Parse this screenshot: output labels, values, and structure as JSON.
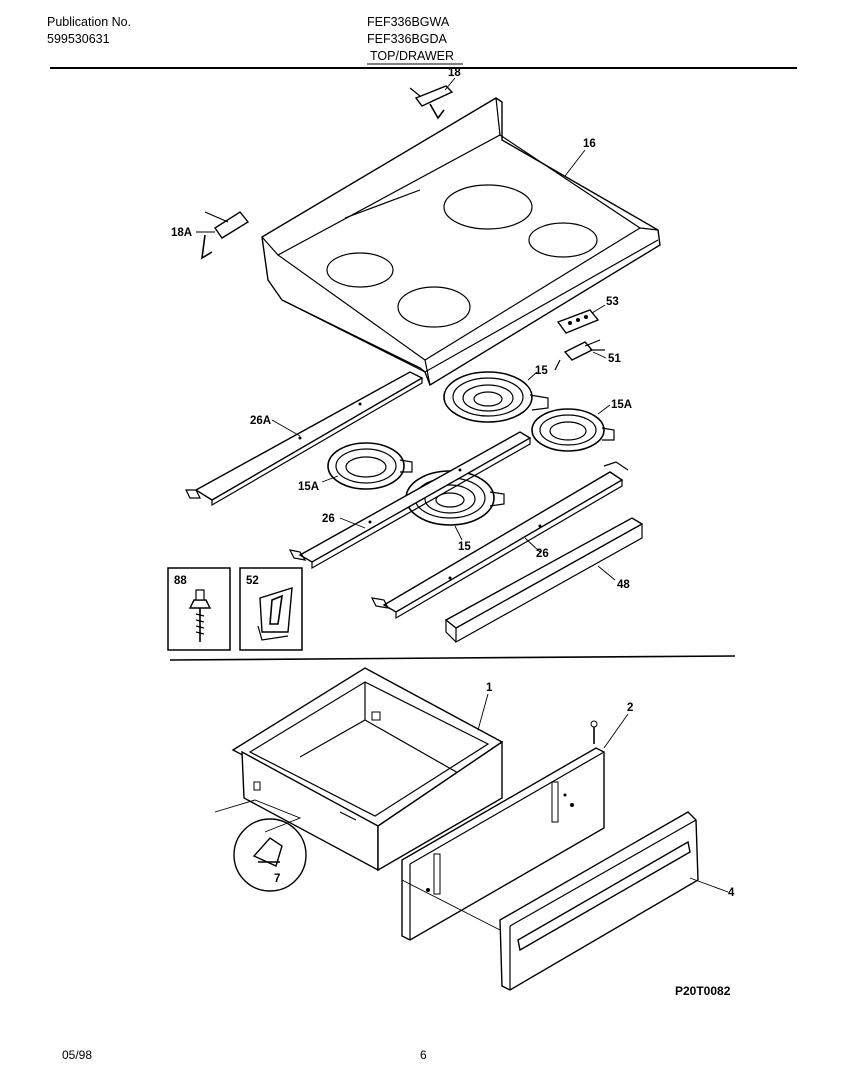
{
  "header": {
    "publication_label": "Publication No.",
    "publication_number": "599530631",
    "model_1": "FEF336BGWA",
    "model_2": "FEF336BGDA",
    "section_title": "TOP/DRAWER"
  },
  "callouts": {
    "c18": "18",
    "c16": "16",
    "c18a": "18A",
    "c53": "53",
    "c51": "51",
    "c15_top": "15",
    "c15a_right": "15A",
    "c26a": "26A",
    "c15a_left": "15A",
    "c26_left": "26",
    "c15_bottom": "15",
    "c26_right": "26",
    "c48": "48",
    "c1": "1",
    "c2": "2",
    "c4": "4",
    "c7": "7"
  },
  "insets": {
    "box1_label": "88",
    "box2_label": "52"
  },
  "footer": {
    "date": "05/98",
    "page": "6",
    "drawing_id": "P20T0082"
  }
}
